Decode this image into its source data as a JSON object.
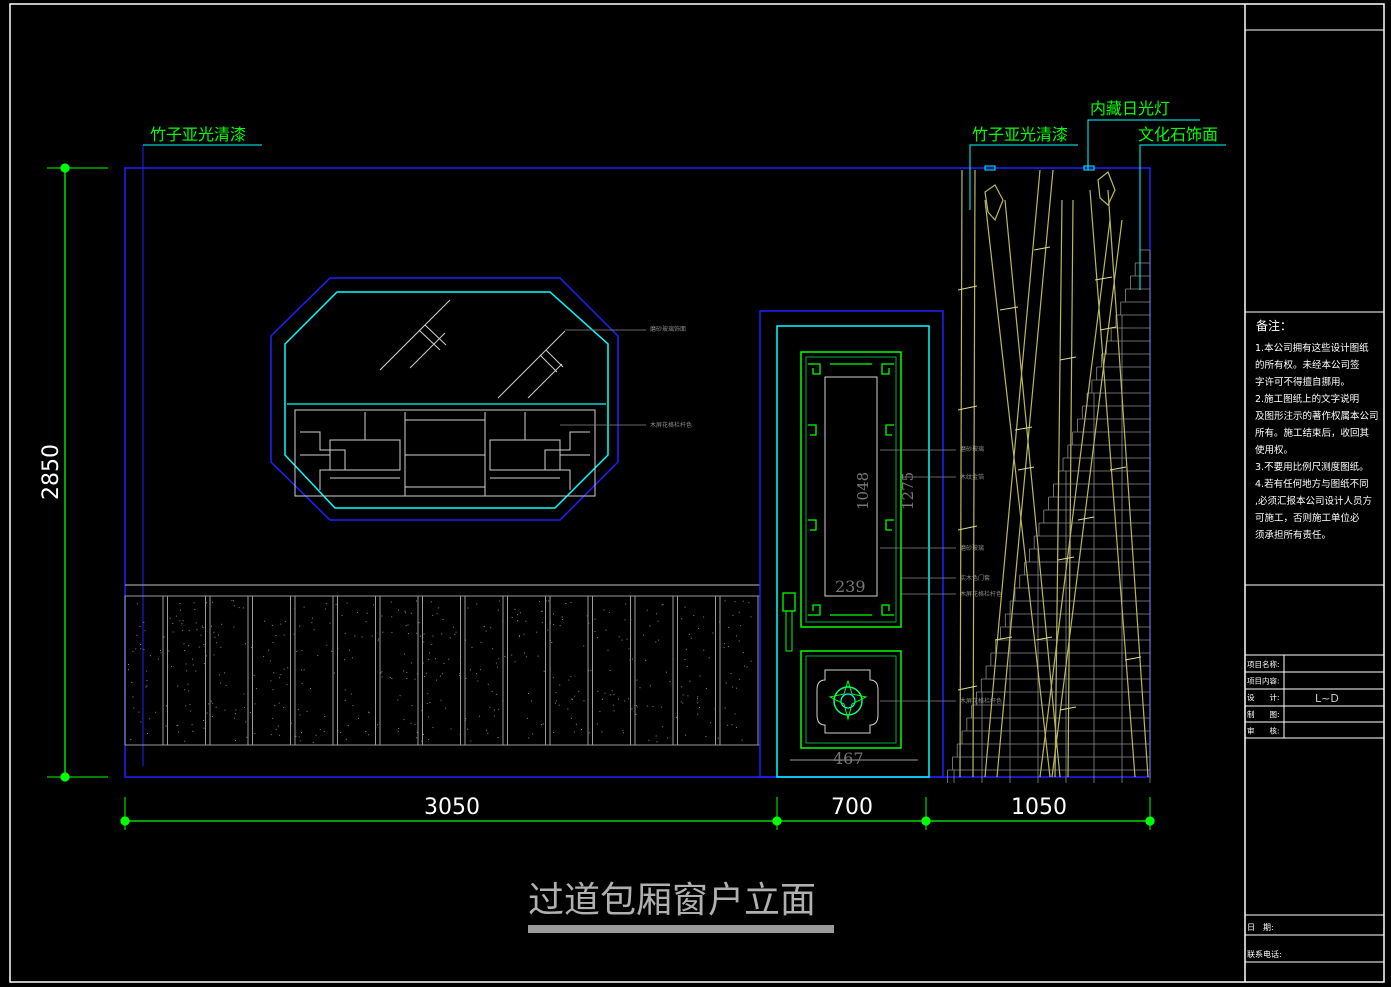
{
  "title": "过道包厢窗户立面",
  "annotations": {
    "bamboo_left": "竹子亚光清漆",
    "bamboo_right": "竹子亚光清漆",
    "hidden_light": "内藏日光灯",
    "culture_stone": "文化石饰面",
    "window_glass": "磨砂玻璃饰面",
    "window_lattice": "木屏花格栏杆色",
    "door_glass": "磨砂玻璃",
    "door_b": "木纹金箔",
    "door_c": "磨砂玻璃",
    "door_d": "实木色门套",
    "door_e": "木屏花格栏杆色",
    "door_f": "木屏花格栏杆色"
  },
  "dimensions": {
    "height": "2850",
    "width_left": "3050",
    "width_mid": "700",
    "width_right": "1050",
    "door_h1": "1048",
    "door_h2": "1275",
    "door_w1": "239",
    "door_w2": "467"
  },
  "title_block": {
    "notes_title": "备注：",
    "notes": [
      "1.本公司拥有这些设计图纸",
      "的所有权。未经本公司签",
      "字许可不得擅自挪用。",
      "2.施工图纸上的文字说明",
      "及图形注示的著作权属本公司",
      "所有。施工结束后，收回其",
      "使用权。",
      "3.不要用比例尺测度图纸。",
      "4.若有任何地方与图纸不同",
      ",必须汇报本公司设计人员方",
      "可施工，否则施工单位必",
      "须承担所有责任。"
    ],
    "rows": [
      {
        "label": "项目名称:",
        "value": ""
      },
      {
        "label": "项目内容:",
        "value": ""
      },
      {
        "label": "设　　计:",
        "value": "L~D"
      },
      {
        "label": "制　　图:",
        "value": ""
      },
      {
        "label": "审　　核:",
        "value": ""
      }
    ],
    "date_label": "日　期:",
    "contact_label": "联系电话:"
  },
  "colors": {
    "background": "#000000",
    "frame": "#ffffff",
    "blue": "#2020ff",
    "cyan": "#00ffff",
    "green": "#00ff00",
    "yellow": "#cccc66",
    "gray": "#9a9a9a"
  }
}
